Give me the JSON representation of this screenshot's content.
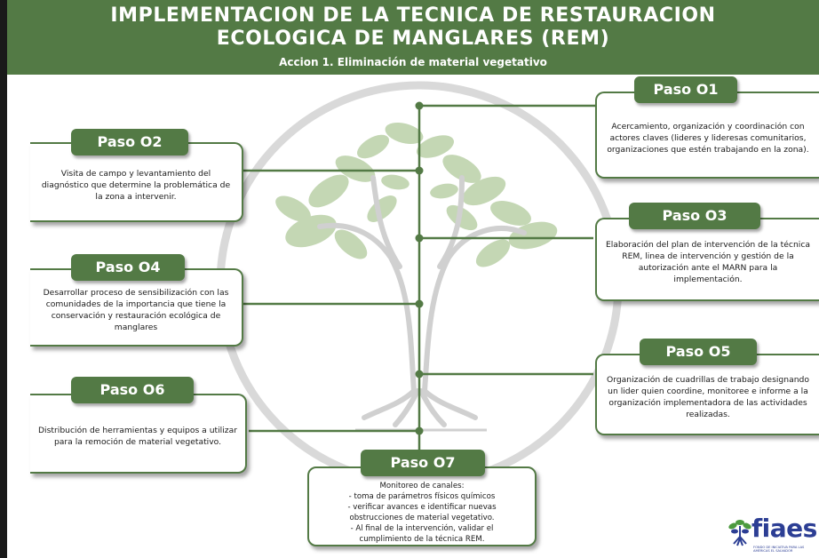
{
  "colors": {
    "green": "#537a45",
    "tree": "#c4d7b4",
    "circle": "#d9d9d9",
    "brand_blue": "#2c3e94"
  },
  "header": {
    "title_line1": "IMPLEMENTACION DE LA TECNICA DE RESTAURACION",
    "title_line2": "ECOLOGICA DE MANGLARES (REM)",
    "subtitle": "Accion 1. Eliminación de material vegetativo"
  },
  "steps": [
    {
      "label": "Paso O1",
      "text": "Acercamiento, organización y coordinación con actores claves (lideres y lideresas comunitarios, organizaciones que estén trabajando en la zona)."
    },
    {
      "label": "Paso O2",
      "text": "Visita de campo y levantamiento del diagnóstico que determine la problemática de la zona a intervenir."
    },
    {
      "label": "Paso O3",
      "text": "Elaboración del plan de intervención de la técnica REM, linea de intervención y gestión de la autorización ante el MARN para la implementación."
    },
    {
      "label": "Paso O4",
      "text": "Desarrollar proceso de sensibilización con las comunidades de la importancia que tiene la conservación y restauración ecológica de manglares"
    },
    {
      "label": "Paso O5",
      "text": "Organización de cuadrillas de trabajo designando un lider quien coordine, monitoree e informe a la organización implementadora de las actividades realizadas."
    },
    {
      "label": "Paso O6",
      "text": "Distribución de herramientas y equipos a utilizar para la remoción de material vegetativo."
    },
    {
      "label": "Paso O7",
      "lines": [
        "Monitoreo de canales:",
        "- toma de parámetros físicos químicos",
        "- verificar avances e identificar nuevas",
        "obstrucciones de material vegetativo.",
        "- Al final de la intervención, validar el",
        "cumplimiento de la técnica REM."
      ]
    }
  ],
  "logo": {
    "name": "fiaes",
    "tagline": "FONDO DE INICIATIVA PARA LAS AMÉRICAS EL SALVADOR",
    "icon": "mangrove-tree-icon"
  }
}
